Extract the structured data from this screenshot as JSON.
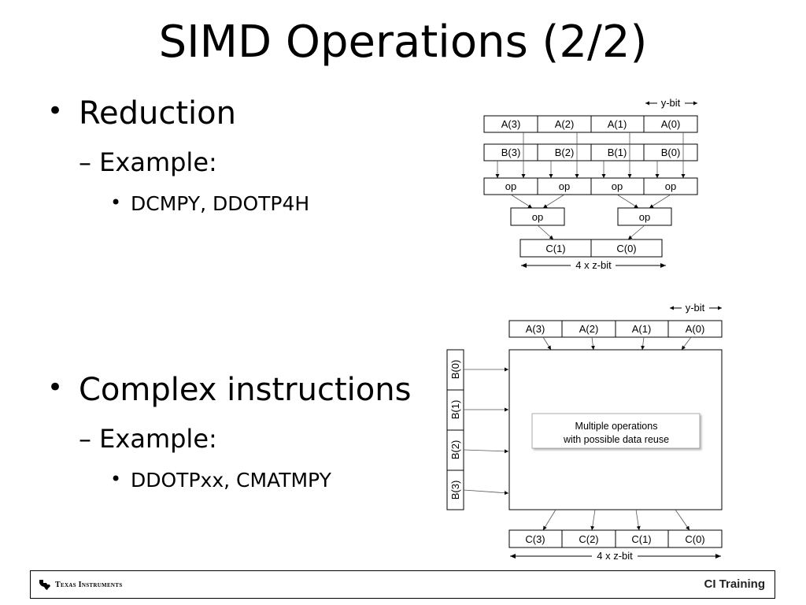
{
  "slide": {
    "title": "SIMD Operations (2/2)",
    "sections": [
      {
        "heading": "Reduction",
        "sub": "– Example:",
        "items": "DCMPY, DDOTP4H"
      },
      {
        "heading": "Complex instructions",
        "sub": "– Example:",
        "items": "DDOTPxx, CMATMPY"
      }
    ],
    "bullet_glyph": "•"
  },
  "diagram1": {
    "a_regs": [
      "A(3)",
      "A(2)",
      "A(1)",
      "A(0)"
    ],
    "b_regs": [
      "B(3)",
      "B(2)",
      "B(1)",
      "B(0)"
    ],
    "ops": [
      "op",
      "op",
      "op",
      "op"
    ],
    "reduce_ops": [
      "op",
      "op"
    ],
    "c_regs": [
      "C(1)",
      "C(0)"
    ],
    "y_label": "y-bit",
    "z_label": "4 x z-bit"
  },
  "diagram2": {
    "a_regs": [
      "A(3)",
      "A(2)",
      "A(1)",
      "A(0)"
    ],
    "b_regs": [
      "B(0)",
      "B(1)",
      "B(2)",
      "B(3)"
    ],
    "c_regs": [
      "C(3)",
      "C(2)",
      "C(1)",
      "C(0)"
    ],
    "box_line1": "Multiple operations",
    "box_line2": "with possible data reuse",
    "y_label": "y-bit",
    "z_label": "4 x z-bit"
  },
  "footer": {
    "logo_text": "Texas Instruments",
    "logo_icon": "texas-state-icon",
    "right_text": "CI Training"
  }
}
